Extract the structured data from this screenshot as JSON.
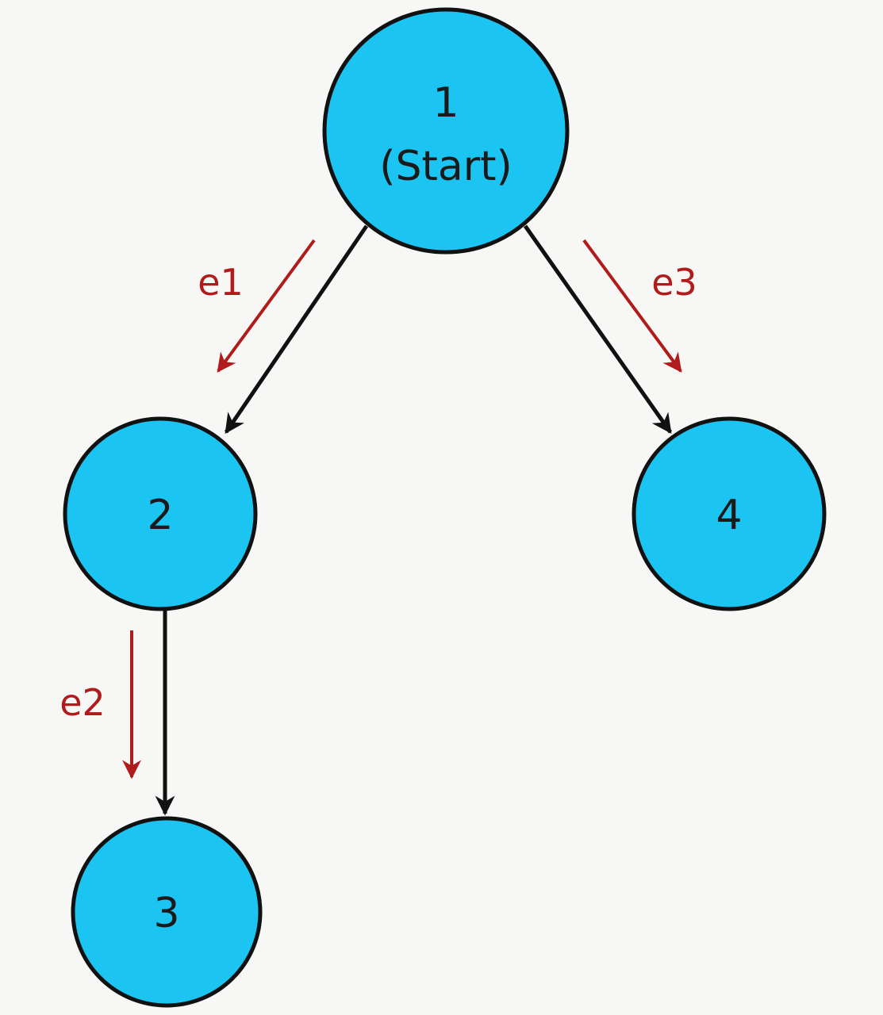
{
  "colors": {
    "background": "#f7f7f5",
    "node_fill": "#1cc4f2",
    "node_stroke": "#111111",
    "edge": "#111111",
    "traversal": "#b01c1c"
  },
  "nodes": [
    {
      "id": "1",
      "label": "1",
      "sublabel": "(Start)"
    },
    {
      "id": "2",
      "label": "2"
    },
    {
      "id": "3",
      "label": "3"
    },
    {
      "id": "4",
      "label": "4"
    }
  ],
  "edges": [
    {
      "from": "1",
      "to": "2"
    },
    {
      "from": "2",
      "to": "3"
    },
    {
      "from": "1",
      "to": "4"
    }
  ],
  "traversal_steps": [
    {
      "label": "e1",
      "edge": "1-2"
    },
    {
      "label": "e2",
      "edge": "2-3"
    },
    {
      "label": "e3",
      "edge": "1-4"
    }
  ]
}
